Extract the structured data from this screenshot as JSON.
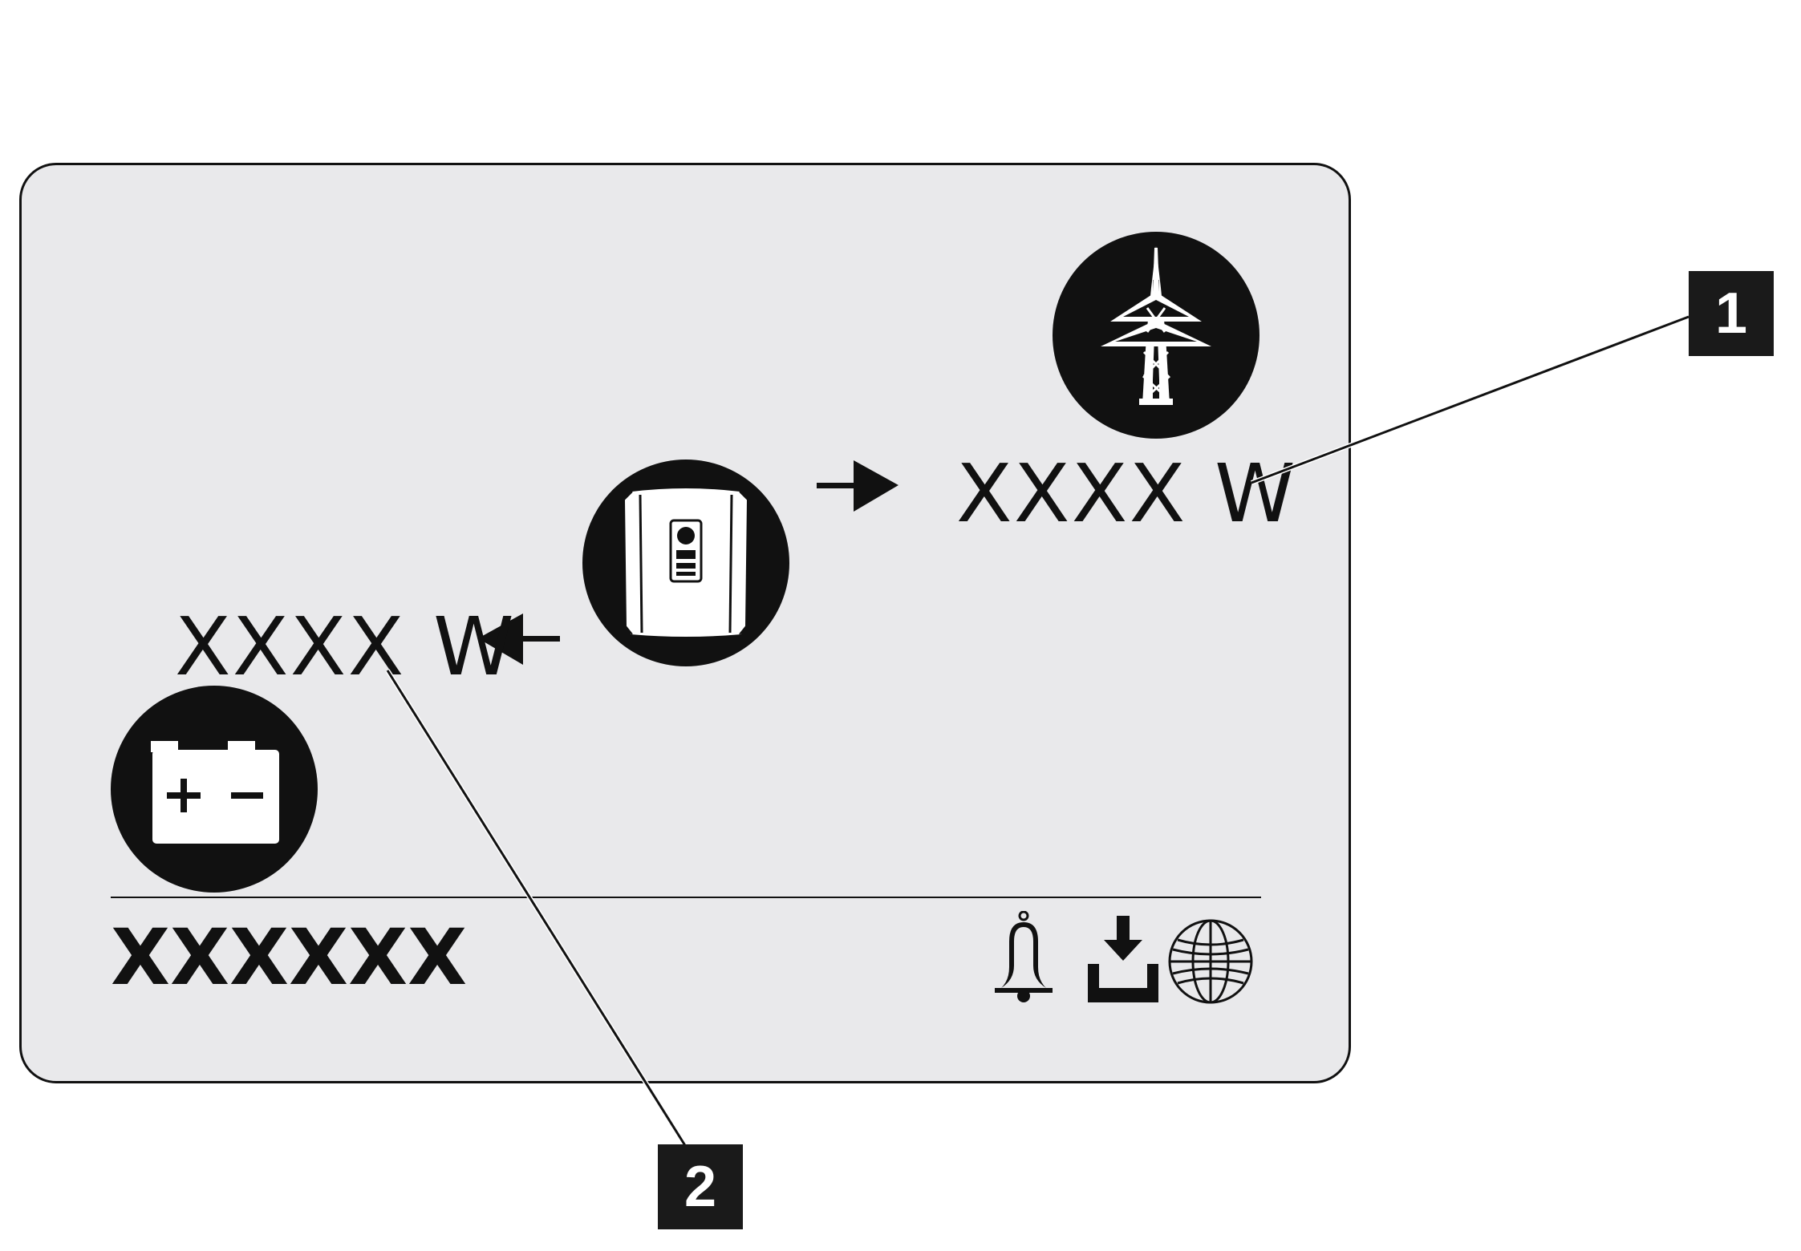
{
  "display": {
    "grid_power": {
      "value": "XXXX",
      "unit": "W"
    },
    "battery_power": {
      "value": "XXXX",
      "unit": "W"
    },
    "status_text": "XXXXXX"
  },
  "icons": {
    "grid": "power-tower-icon",
    "inverter": "inverter-icon",
    "battery": "battery-icon",
    "flow_to_grid": "arrow-right-icon",
    "flow_to_battery": "arrow-left-icon",
    "status": [
      "bell-icon",
      "download-icon",
      "globe-icon"
    ]
  },
  "callouts": [
    {
      "label": "1"
    },
    {
      "label": "2"
    }
  ],
  "colors": {
    "panel_background": "#e9e9eb",
    "icon_fill": "#111111",
    "badge_background": "#1a1a1a",
    "badge_text": "#ffffff"
  }
}
